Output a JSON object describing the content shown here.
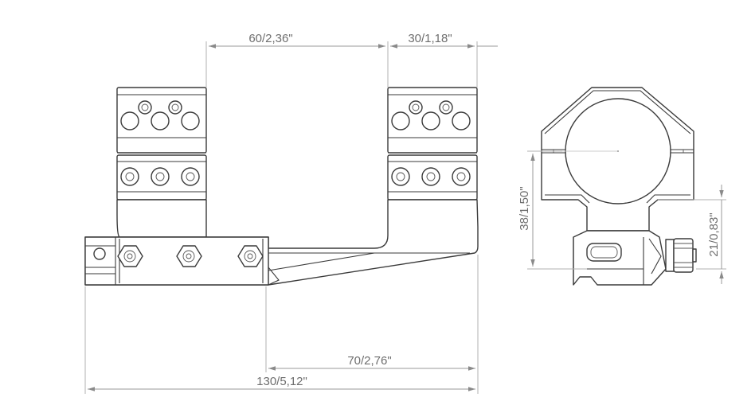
{
  "dimensions": {
    "ring_spacing": "60/2,36\"",
    "ring_width": "30/1,18\"",
    "offset": "70/2,76\"",
    "overall_length": "130/5,12\"",
    "center_height": "38/1,50\"",
    "base_height": "21/0,83\""
  }
}
